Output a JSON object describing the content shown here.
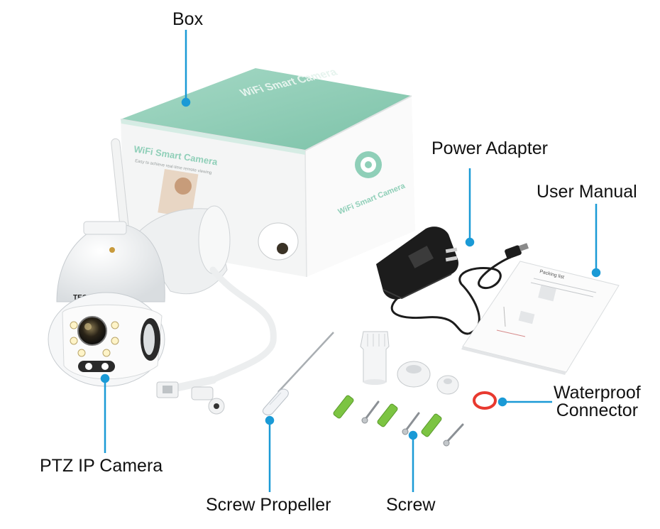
{
  "labels": {
    "box": "Box",
    "power_adapter": "Power Adapter",
    "user_manual": "User Manual",
    "waterproof_line1": "Waterproof",
    "waterproof_line2": "Connector",
    "ptz_camera": "PTZ IP Camera",
    "screw_propeller": "Screw Propeller",
    "screw": "Screw"
  },
  "product_text": {
    "box_title": "WiFi Smart Camera",
    "box_subtitle": "Easy to achieve real-time remote viewing",
    "brand": "TECHEGE",
    "manual_title": "Packing list"
  },
  "colors": {
    "callout_line": "#1a9ad6",
    "box_lid": "#8fcfb8",
    "box_body": "#ffffff",
    "adapter": "#1c1c1c",
    "anchor": "#7cc442",
    "ring": "#e8392f"
  }
}
